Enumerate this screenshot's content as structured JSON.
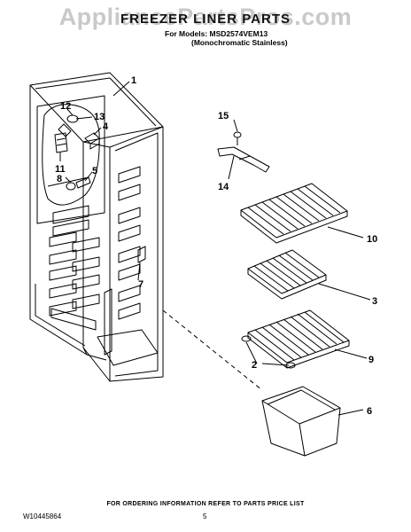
{
  "watermark": "AppliancePartsPros.com",
  "header": {
    "title": "FREEZER LINER PARTS",
    "models_line1": "For Models: MSD2574VEM13",
    "models_line2": "(Monochromatic Stainless)"
  },
  "callouts": {
    "c1": "1",
    "c2": "2",
    "c3": "3",
    "c4": "4",
    "c5": "5",
    "c6": "6",
    "c7": "7",
    "c8": "8",
    "c9": "9",
    "c10": "10",
    "c11": "11",
    "c12": "12",
    "c13": "13",
    "c14": "14",
    "c15": "15"
  },
  "footer": {
    "note": "FOR ORDERING INFORMATION REFER TO PARTS PRICE LIST",
    "doc_number": "W10445864",
    "page_number": "5"
  },
  "colors": {
    "line": "#000000",
    "watermark": "#c9c9c9"
  }
}
